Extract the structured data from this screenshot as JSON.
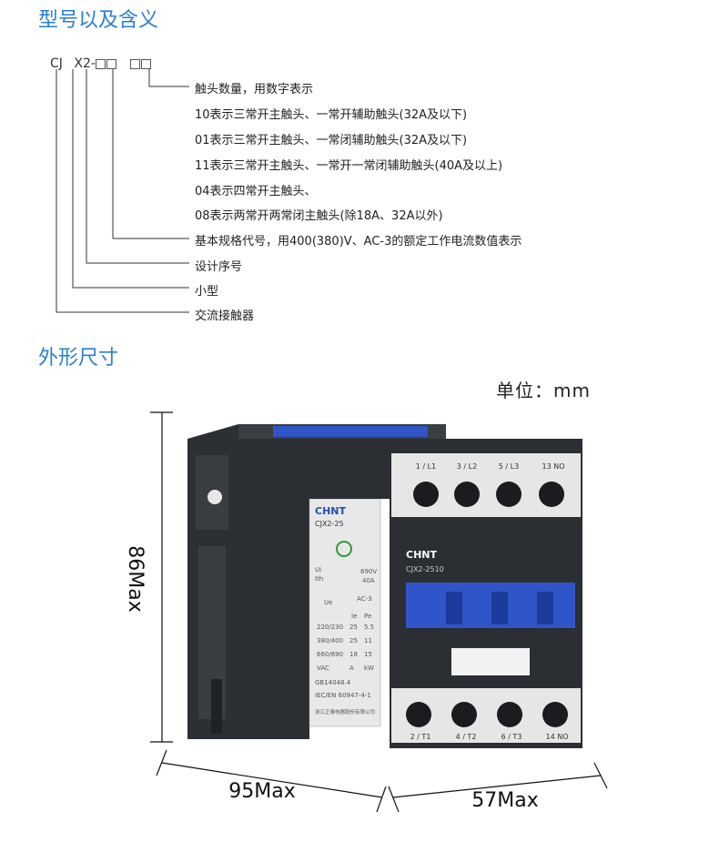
{
  "section1_title": "型号以及含义",
  "section2_title": "外形尺寸",
  "code": {
    "cj": "CJ",
    "x2": "X2-"
  },
  "descriptions": [
    "触头数量，用数字表示",
    "10表示三常开主触头、一常开辅助触头(32A及以下)",
    "01表示三常开主触头、一常闭辅助触头(32A及以下)",
    "11表示三常开主触头、一常开一常闭辅助触头(40A及以上)",
    "04表示四常开主触头、",
    "08表示两常开两常闭主触头(除18A、32A以外)",
    "基本规格代号，用400(380)V、AC-3的额定工作电流数值表示",
    "设计序号",
    "小型",
    "交流接触器"
  ],
  "unit_label": "单位：mm",
  "dimensions": {
    "height": "86Max",
    "width": "95Max",
    "depth": "57Max"
  },
  "product": {
    "brand": "CHNT",
    "model_side": "CJX2-25",
    "model_front": "CJX2-2510",
    "terminals_top": [
      "1 / L1",
      "3 / L2",
      "5 / L3",
      "13 NO"
    ],
    "terminals_bottom": [
      "2 / T1",
      "4 / T2",
      "6 / T3",
      "14 NO"
    ],
    "rating_ui": "Ui",
    "rating_ui_val": "690V",
    "rating_ith": "Ith",
    "rating_ith_val": "40A",
    "table_head": [
      "Ue",
      "AC-3"
    ],
    "table_sub": [
      "Ie",
      "Pe"
    ],
    "table_rows": [
      [
        "220/230",
        "25",
        "5.5"
      ],
      [
        "380/400",
        "25",
        "11"
      ],
      [
        "660/690",
        "18",
        "15"
      ],
      [
        "VAC",
        "A",
        "kW"
      ]
    ],
    "std1": "GB14048.4",
    "std2": "IEC/EN 60947-4-1",
    "maker": "浙江正泰电器股份有限公司",
    "colors": {
      "body": "#2b2e33",
      "white_part": "#e6e6e6",
      "blue": "#2f55c8",
      "brand_blue": "#1f4fb0"
    }
  }
}
